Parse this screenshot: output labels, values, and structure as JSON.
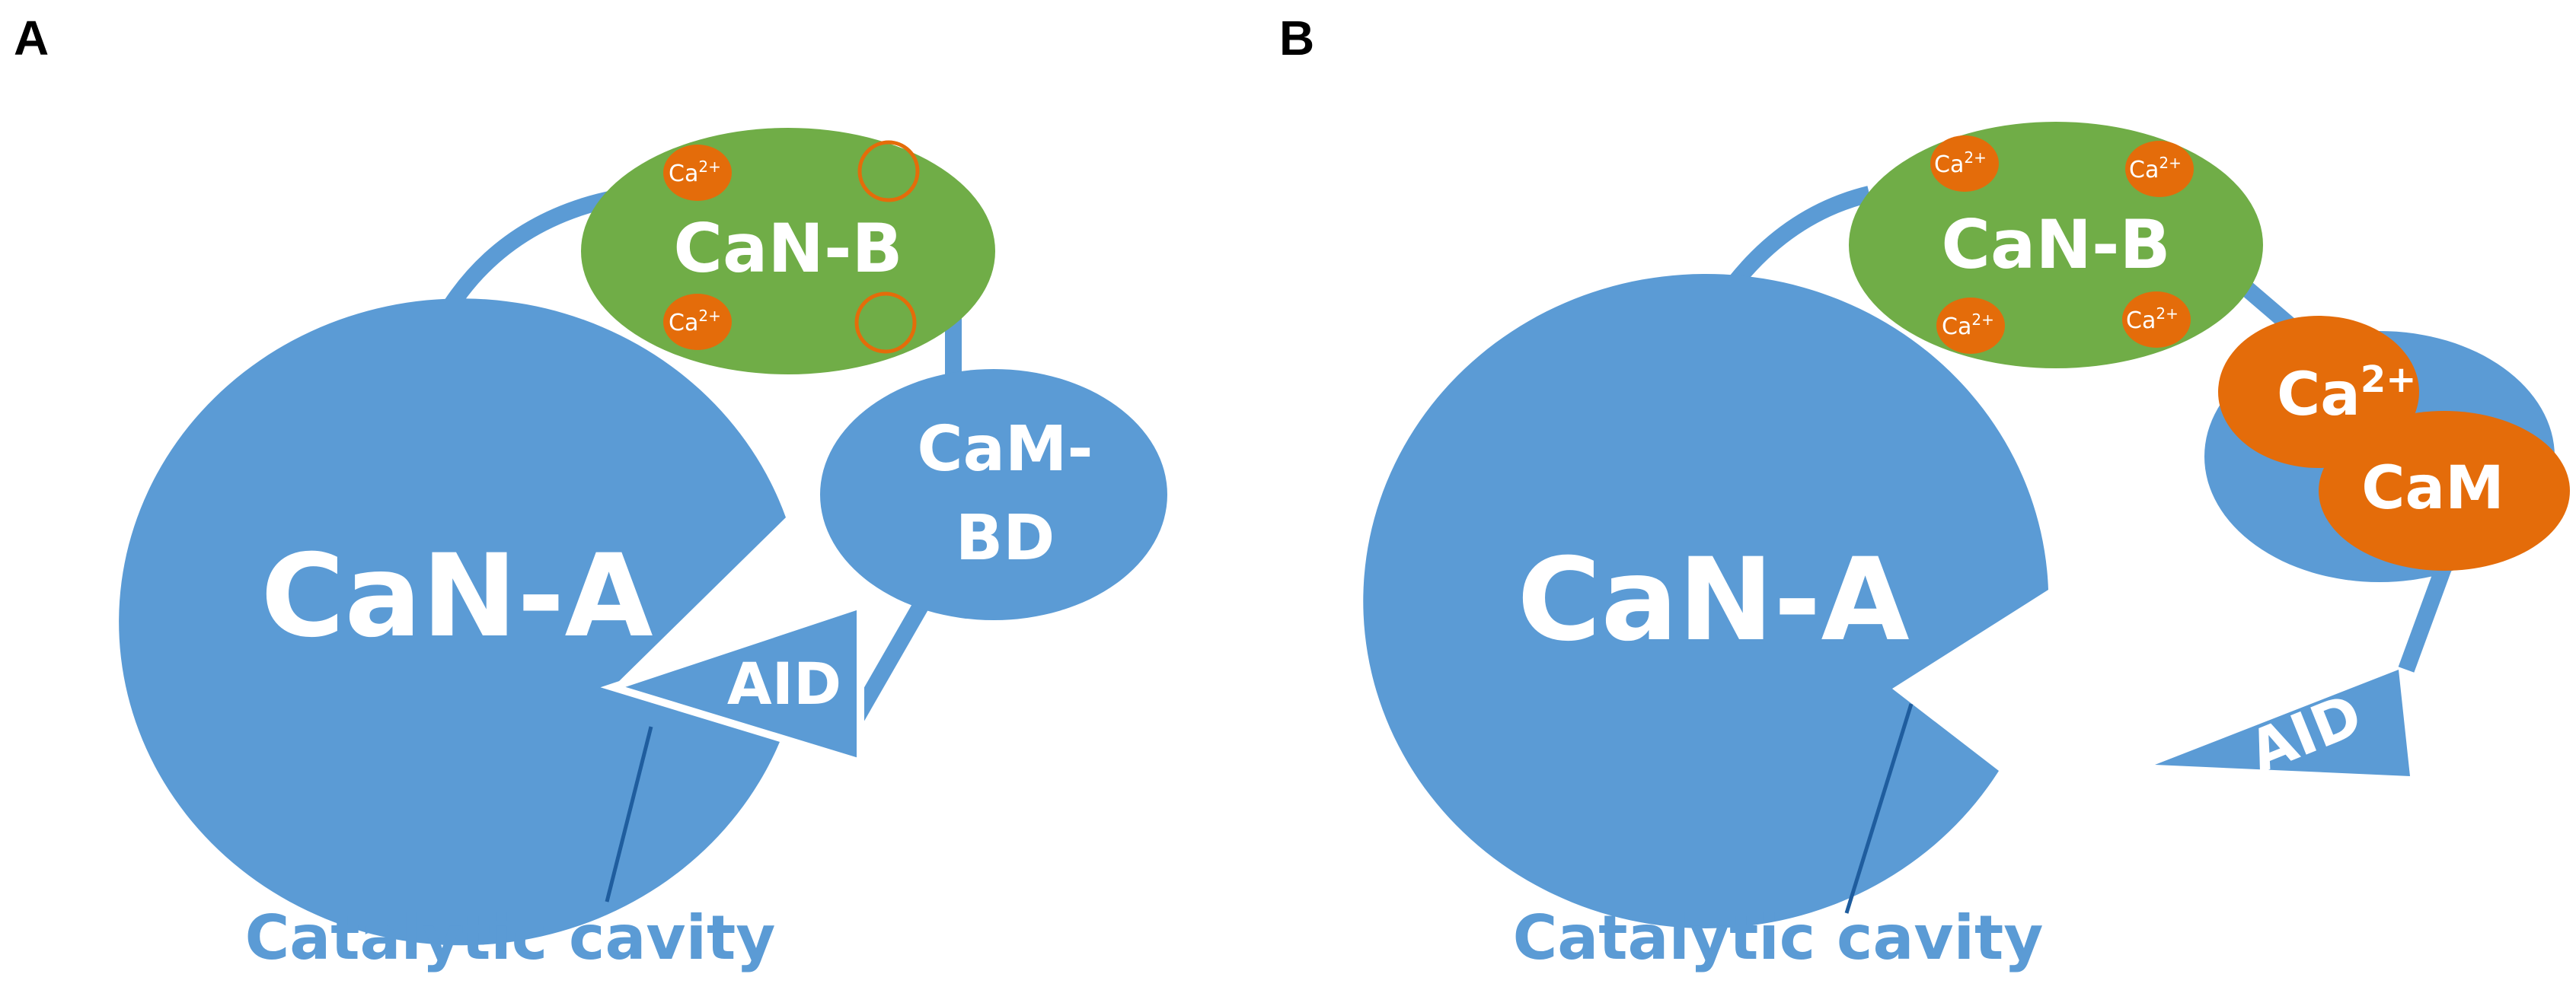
{
  "colors": {
    "blue": "#5B9BD5",
    "green": "#70AD47",
    "orange": "#E46C0A",
    "dark_line": "#1F5D9E"
  },
  "panel_a": {
    "label": "A",
    "cana_label": "CaN-A",
    "canb_label": "CaN-B",
    "cambd_line1": "CaM-",
    "cambd_line2": "BD",
    "aid_label": "AID",
    "ca_label": "Ca",
    "ca_charge": "2+",
    "cavity_label": "Catalytic cavity"
  },
  "panel_b": {
    "label": "B",
    "cana_label": "CaN-A",
    "canb_label": "CaN-B",
    "ca_label": "Ca",
    "ca_charge": "2+",
    "cam_ca_label": "Ca",
    "cam_ca_charge": "2+",
    "cam_label": "CaM",
    "aid_label": "AID",
    "cavity_label": "Catalytic cavity"
  }
}
